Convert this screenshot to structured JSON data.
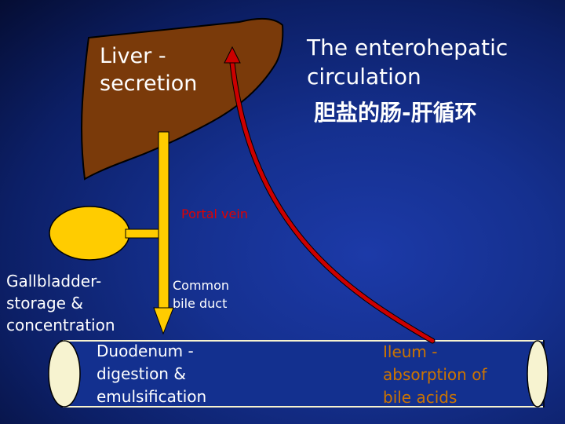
{
  "title": {
    "en_line1": "The enterohepatic",
    "en_line2": "circulation",
    "zh": "胆盐的肠-肝循环"
  },
  "labels": {
    "liver_line1": "Liver -",
    "liver_line2": "secretion",
    "portal_vein": "Portal vein",
    "gallbladder_line1": "Gallbladder-",
    "gallbladder_line2": "storage &",
    "gallbladder_line3": "concentration",
    "bile_duct_line1": "Common",
    "bile_duct_line2": "bile duct",
    "duodenum_line1": "Duodenum -",
    "duodenum_line2": "digestion &",
    "duodenum_line3": "emulsification",
    "ileum_line1": "Ileum -",
    "ileum_line2": "absorption of",
    "ileum_line3": "bile acids"
  },
  "colors": {
    "background": "#15308f",
    "liver": "#7a3a0a",
    "bile_duct": "#ffcc00",
    "portal_vein": "#cc0000",
    "intestine": "#f7f3d0",
    "ileum_text": "#cc7400"
  }
}
